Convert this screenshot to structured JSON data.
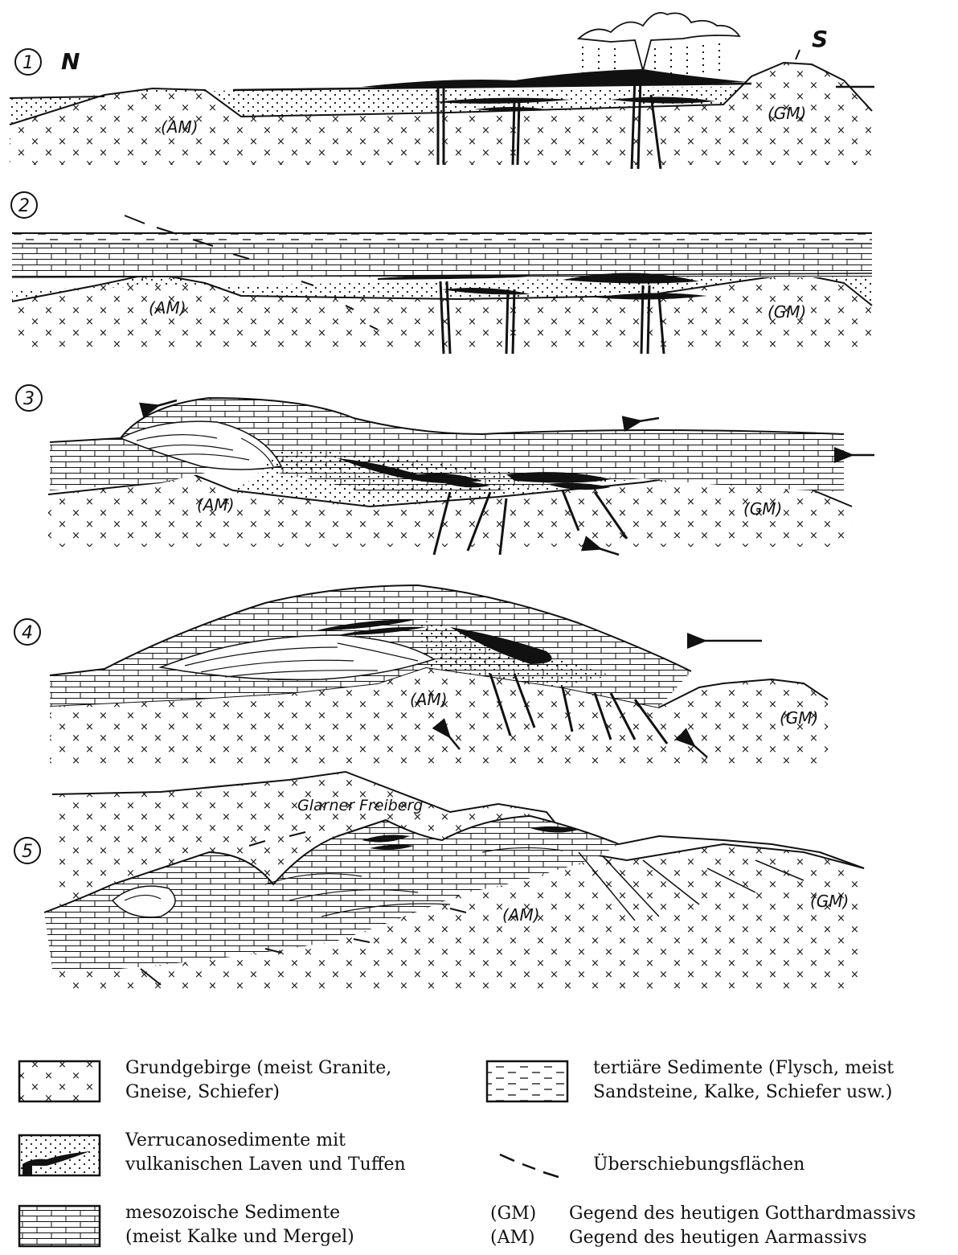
{
  "panels": [
    {
      "number": "1",
      "north": "N",
      "south": "S",
      "left_massif": "(AM)",
      "right_massif": "(GM)"
    },
    {
      "number": "2",
      "left_massif": "(AM)",
      "right_massif": "(GM)"
    },
    {
      "number": "3",
      "left_massif": "(AM)",
      "right_massif": "(GM)"
    },
    {
      "number": "4",
      "left_massif": "(AM)",
      "right_massif": "(GM)"
    },
    {
      "number": "5",
      "left_massif": "(AM)",
      "right_massif": "(GM)",
      "annotation": "Glarner Freiberg"
    }
  ],
  "legend": {
    "grundgebirge": [
      "Grundgebirge (meist Granite,",
      "Gneise, Schiefer)"
    ],
    "verrucano": [
      "Verrucanosedimente mit",
      "vulkanischen Laven und Tuffen"
    ],
    "mesozoisch": [
      "mesozoische Sedimente",
      "(meist Kalke und Mergel)"
    ],
    "tertiaer": [
      "tertiäre Sedimente (Flysch, meist",
      "Sandsteine, Kalke, Schiefer usw.)"
    ],
    "ueberschiebung": "Überschiebungsflächen",
    "gm_abbr": "(GM)",
    "gm_text": "Gegend des heutigen Gotthardmassivs",
    "am_abbr": "(AM)",
    "am_text": "Gegend des heutigen Aarmassivs"
  }
}
